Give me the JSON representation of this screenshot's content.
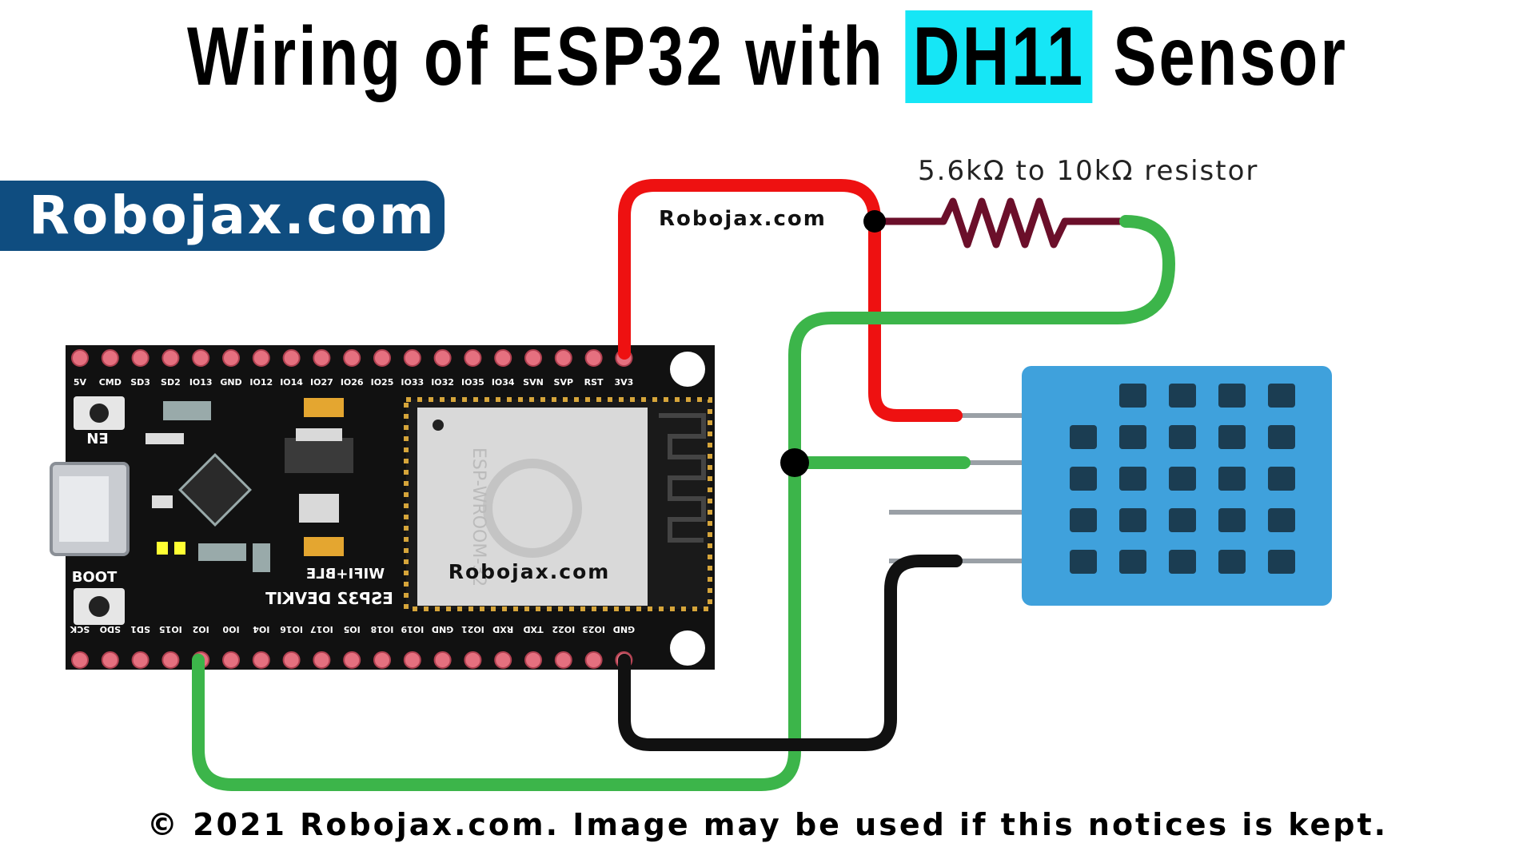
{
  "title": {
    "prefix": "Wiring of ESP32 with",
    "highlight": "DH11",
    "suffix": "Sensor"
  },
  "brand_label": "Robojax.com",
  "footer": "© 2021 Robojax.com. Image may be used if this notices is kept.",
  "resistor_label": "5.6kΩ to 10kΩ resistor",
  "wire_watermark": "Robojax.com",
  "esp32": {
    "top_pins": [
      "5V",
      "CMD",
      "SD3",
      "SD2",
      "IO13",
      "GND",
      "IO12",
      "IO14",
      "IO27",
      "IO26",
      "IO25",
      "IO33",
      "IO32",
      "IO35",
      "IO34",
      "SVN",
      "SVP",
      "RST",
      "3V3"
    ],
    "bottom_pins": [
      "SCK",
      "SDO",
      "SD1",
      "IO15",
      "IO2",
      "IO0",
      "IO4",
      "IO16",
      "IO17",
      "IO5",
      "IO18",
      "IO19",
      "GND",
      "IO21",
      "RXD",
      "TXD",
      "IO22",
      "IO23",
      "GND"
    ],
    "en_label": "EN",
    "boot_label": "BOOT",
    "silk_line1": "WIFI+BLE",
    "silk_line2": "ESP32 DEVKIT",
    "module_label": "ESP-WROOM-32",
    "module_watermark": "Robojax.com"
  },
  "colors": {
    "red_wire": "#ee1111",
    "green_wire": "#3cb54a",
    "black_wire": "#111111",
    "resistor": "#6b0f2a",
    "board": "#111111",
    "pin_pad": "#e5707f",
    "sensor": "#3fa1dc",
    "title_highlight": "#16e6f6",
    "brand_bg": "#0f4d80"
  }
}
